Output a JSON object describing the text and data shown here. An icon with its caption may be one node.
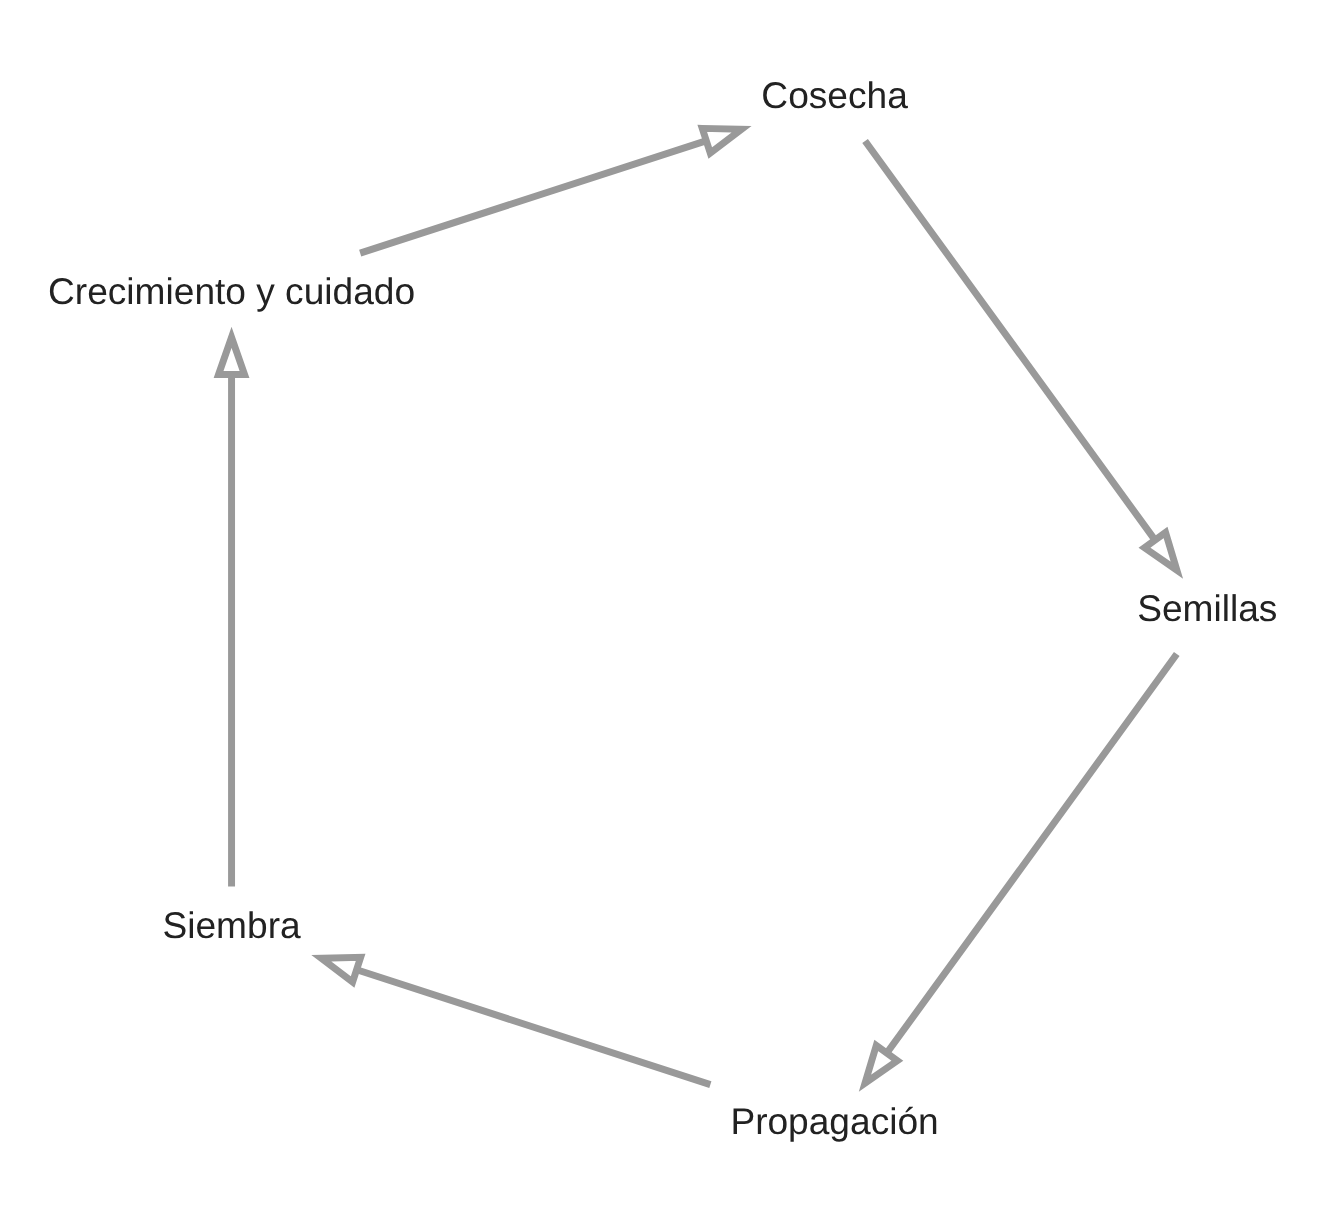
{
  "diagram": {
    "nodes": [
      {
        "text": [
          "Propagación"
        ]
      },
      {
        "text": [
          "Siembra"
        ]
      },
      {
        "text": [
          "Semillas"
        ]
      },
      {
        "text": [
          "Crecimiento y cuidado"
        ]
      },
      {
        "text": [
          "Cosecha"
        ]
      }
    ],
    "edges": [
      {
        "from": 0,
        "to": 1,
        "arrow": "to"
      },
      {
        "from": 1,
        "to": 3,
        "arrow": "to"
      },
      {
        "from": 3,
        "to": 4,
        "arrow": "to"
      },
      {
        "from": 4,
        "to": 2,
        "arrow": "to"
      },
      {
        "from": 2,
        "to": 0,
        "arrow": "to"
      }
    ]
  }
}
